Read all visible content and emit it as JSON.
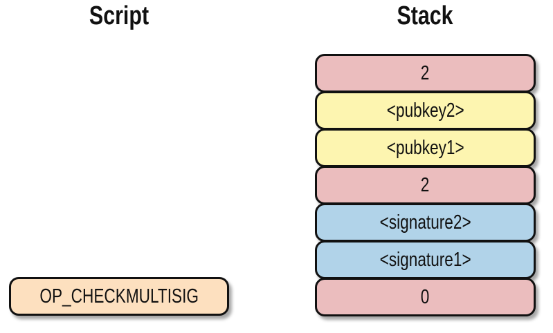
{
  "script": {
    "title": "Script",
    "items": [
      {
        "label": "OP_CHECKMULTISIG",
        "color": "#fde0bf"
      }
    ]
  },
  "stack": {
    "title": "Stack",
    "items": [
      {
        "label": "2",
        "color": "#ebbdbe"
      },
      {
        "label": "<pubkey2>",
        "color": "#fdf5b0"
      },
      {
        "label": "<pubkey1>",
        "color": "#fdf5b0"
      },
      {
        "label": "2",
        "color": "#ebbdbe"
      },
      {
        "label": "<signature2>",
        "color": "#b1d3e9"
      },
      {
        "label": "<signature1>",
        "color": "#b1d3e9"
      },
      {
        "label": "0",
        "color": "#ebbdbe"
      }
    ]
  }
}
